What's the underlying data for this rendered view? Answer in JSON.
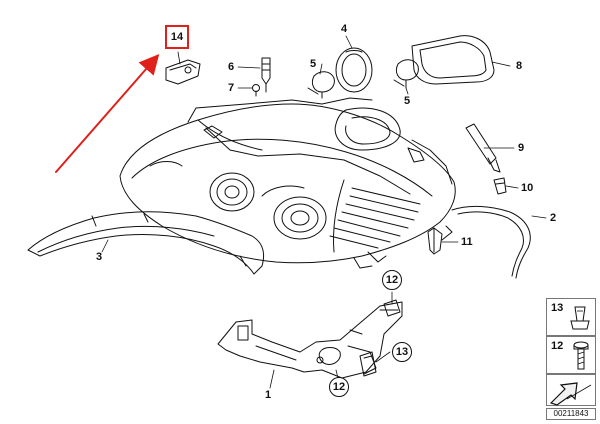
{
  "highlight": {
    "label": "14",
    "color": "#e0211b"
  },
  "callouts": {
    "c1": "1",
    "c2": "2",
    "c3": "3",
    "c4": "4",
    "c5a": "5",
    "c5b": "5",
    "c6": "6",
    "c7": "7",
    "c8": "8",
    "c9": "9",
    "c10": "10",
    "c11": "11",
    "c12a": "12",
    "c12b": "12",
    "c13": "13"
  },
  "legend": {
    "item_13": "13",
    "item_12": "12"
  },
  "catalog_number": "00211843",
  "colors": {
    "line": "#111111",
    "legend_border": "#777777",
    "legend_arrow_fill": "#f2f2f2"
  }
}
